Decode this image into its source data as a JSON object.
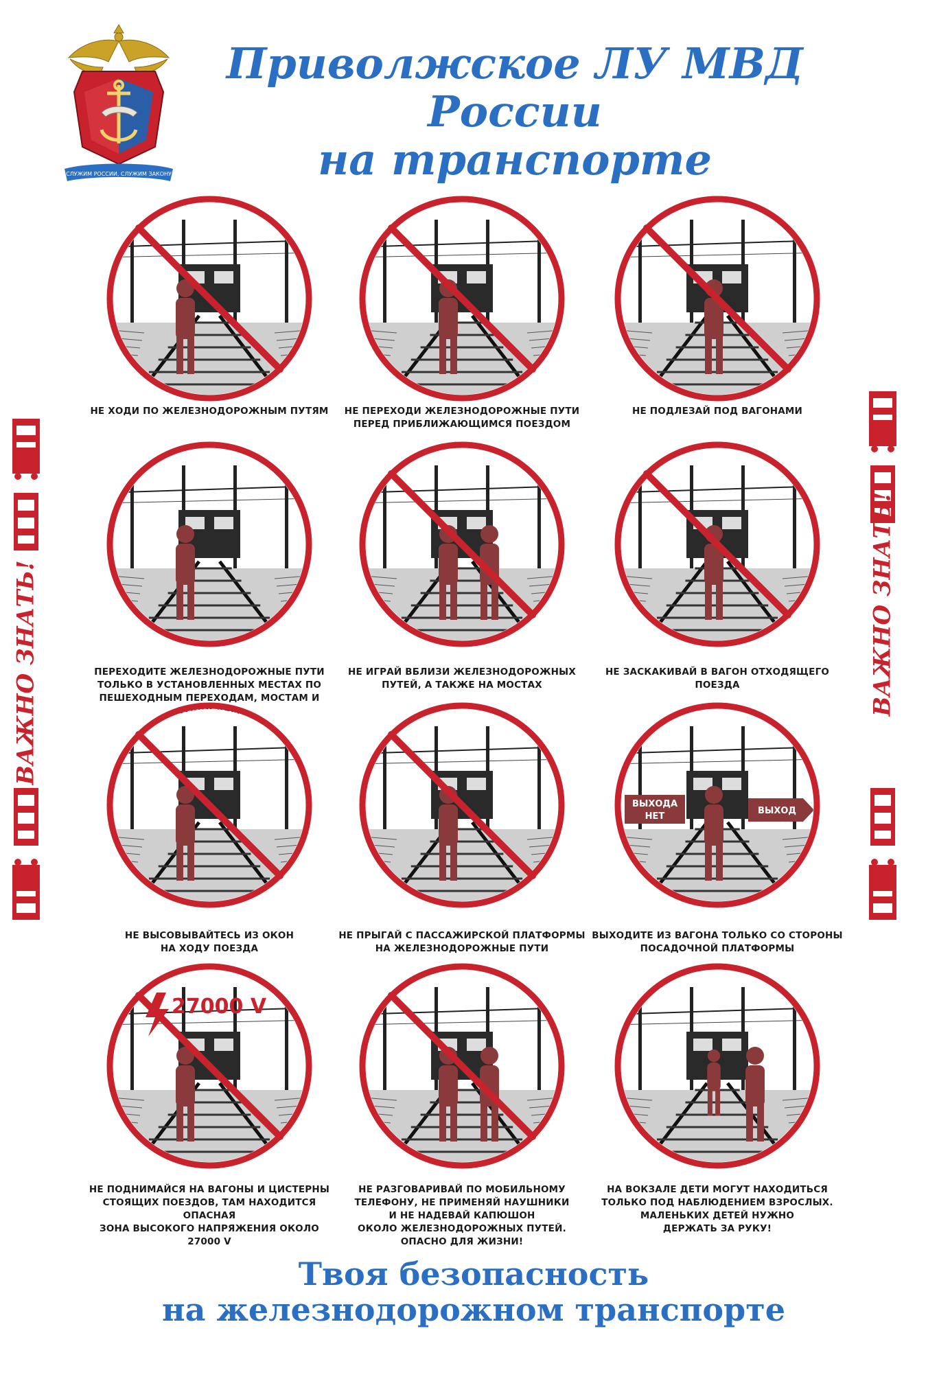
{
  "header": {
    "title_line1": "Приволжское ЛУ МВД России",
    "title_line2": "на транспорте",
    "emblem_motto": "СЛУЖИМ РОССИИ, СЛУЖИМ ЗАКОНУ"
  },
  "side_banner": {
    "left_text": "ВАЖНО ЗНАТЬ!",
    "right_text": "ВАЖНО ЗНАТЬ!"
  },
  "rules": [
    {
      "caption_lines": [
        "НЕ ХОДИ ПО ЖЕЛЕЗНОДОРОЖНЫМ ПУТЯМ"
      ],
      "icon": "walking-on-tracks-icon",
      "prohibited": true
    },
    {
      "caption_lines": [
        "НЕ ПЕРЕХОДИ ЖЕЛЕЗНОДОРОЖНЫЕ ПУТИ",
        "ПЕРЕД ПРИБЛИЖАЮЩИМСЯ ПОЕЗДОМ"
      ],
      "icon": "crossing-before-train-icon",
      "prohibited": true
    },
    {
      "caption_lines": [
        "НЕ ПОДЛЕЗАЙ ПОД ВАГОНАМИ"
      ],
      "icon": "crawling-under-wagon-icon",
      "prohibited": true
    },
    {
      "caption_lines": [
        "ПЕРЕХОДИТЕ ЖЕЛЕЗНОДОРОЖНЫЕ ПУТИ",
        "ТОЛЬКО В УСТАНОВЛЕННЫХ МЕСТАХ ПО",
        "ПЕШЕХОДНЫМ ПЕРЕХОДАМ, МОСТАМ И",
        "ТОННЕЛЯМ"
      ],
      "icon": "pedestrian-bridge-icon",
      "prohibited": false
    },
    {
      "caption_lines": [
        "НЕ ИГРАЙ ВБЛИЗИ ЖЕЛЕЗНОДОРОЖНЫХ",
        "ПУТЕЙ, А ТАКЖЕ НА МОСТАХ"
      ],
      "icon": "sledding-near-tracks-icon",
      "prohibited": true
    },
    {
      "caption_lines": [
        "НЕ ЗАСКАКИВАЙ В ВАГОН ОТХОДЯЩЕГО",
        "ПОЕЗДА"
      ],
      "icon": "jumping-into-train-icon",
      "prohibited": true
    },
    {
      "caption_lines": [
        "НЕ ВЫСОВЫВАЙТЕСЬ ИЗ ОКОН",
        "НА ХОДУ ПОЕЗДА"
      ],
      "icon": "leaning-out-window-icon",
      "prohibited": true
    },
    {
      "caption_lines": [
        "НЕ ПРЫГАЙ С ПАССАЖИРСКОЙ ПЛАТФОРМЫ",
        "НА ЖЕЛЕЗНОДОРОЖНЫЕ ПУТИ"
      ],
      "icon": "jumping-off-platform-icon",
      "prohibited": true
    },
    {
      "caption_lines": [
        "ВЫХОДИТЕ ИЗ ВАГОНА ТОЛЬКО СО СТОРОНЫ",
        "ПОСАДОЧНОЙ ПЛАТФОРМЫ"
      ],
      "icon": "exit-platform-side-icon",
      "prohibited": false,
      "sign_labels": [
        "ВЫХОДА",
        "НЕТ",
        "ВЫХОД"
      ]
    },
    {
      "caption_lines": [
        "НЕ ПОДНИМАЙСЯ НА ВАГОНЫ И ЦИСТЕРНЫ",
        "СТОЯЩИХ ПОЕЗДОВ, ТАМ НАХОДИТСЯ ОПАСНАЯ",
        "ЗОНА ВЫСОКОГО НАПРЯЖЕНИЯ ОКОЛО 27000 V"
      ],
      "icon": "high-voltage-icon",
      "prohibited": true,
      "voltage_label": "27000 V"
    },
    {
      "caption_lines": [
        "НЕ РАЗГОВАРИВАЙ ПО МОБИЛЬНОМУ",
        "ТЕЛЕФОНУ, НЕ ПРИМЕНЯЙ НАУШНИКИ",
        "И НЕ НАДЕВАЙ КАПЮШОН",
        "ОКОЛО ЖЕЛЕЗНОДОРОЖНЫХ ПУТЕЙ.",
        "ОПАСНО ДЛЯ ЖИЗНИ!"
      ],
      "icon": "phone-headphones-icon",
      "prohibited": true
    },
    {
      "caption_lines": [
        "НА ВОКЗАЛЕ ДЕТИ МОГУТ НАХОДИТЬСЯ",
        "ТОЛЬКО ПОД НАБЛЮДЕНИЕМ ВЗРОСЛЫХ.",
        "МАЛЕНЬКИХ ДЕТЕЙ НУЖНО",
        "ДЕРЖАТЬ ЗА РУКУ!"
      ],
      "icon": "adult-with-child-icon",
      "prohibited": false
    }
  ],
  "footer": {
    "line1": "Твоя безопасность",
    "line2": "на железнодорожном транспорте"
  },
  "colors": {
    "title_blue": "#2a6fc1",
    "prohibition_red": "#c8232c",
    "figure_maroon": "#8a3a3a",
    "ink": "#1a1a1a"
  }
}
